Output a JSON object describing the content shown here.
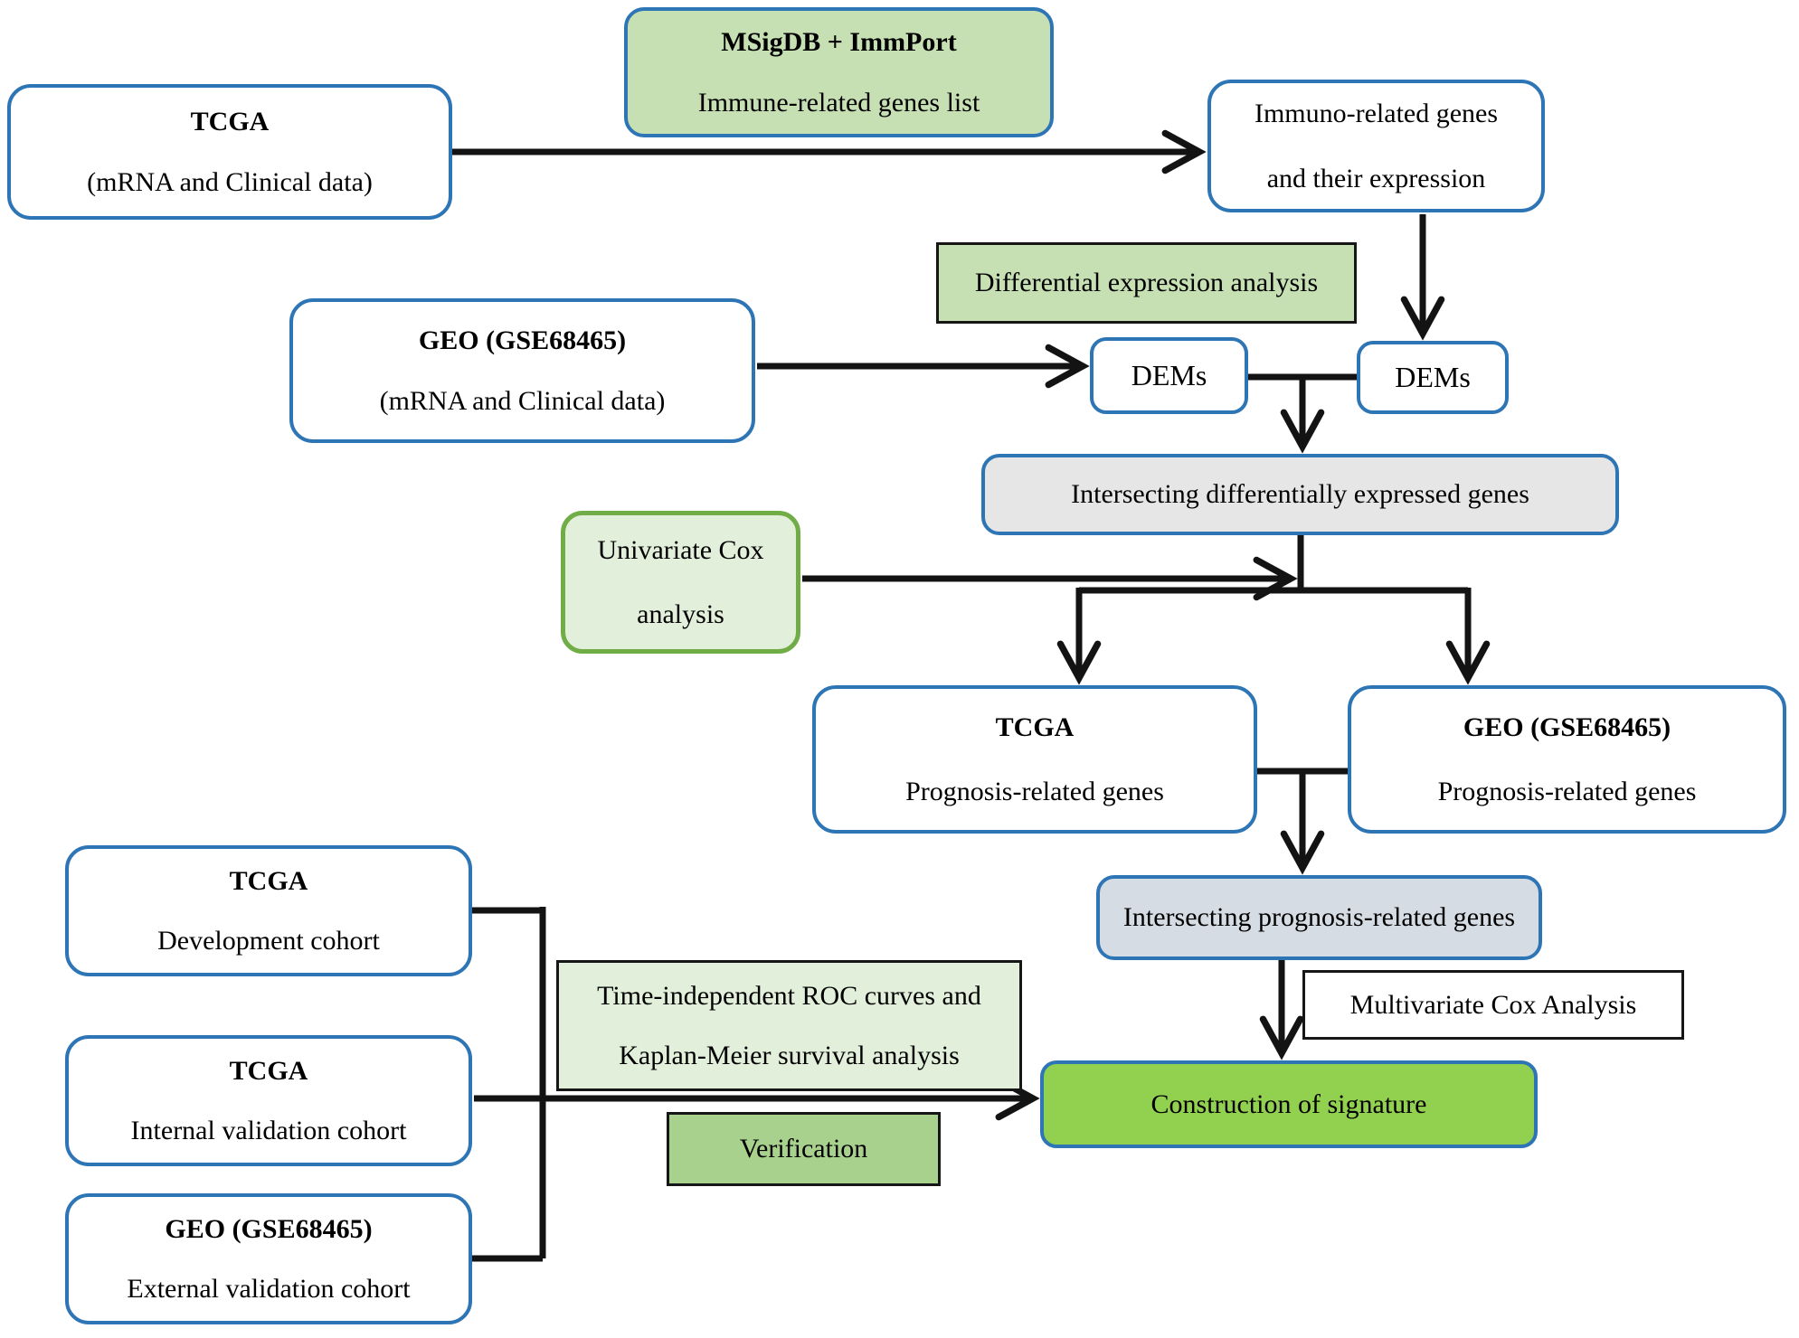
{
  "diagram": {
    "title": "Immune-related gene prognostic signature workflow",
    "colors": {
      "blue_border": "#2e75b6",
      "green_border": "#70ad47",
      "green_fill": "#c6e0b4",
      "light_green_fill": "#e2efda",
      "medium_green_fill": "#a9d18e",
      "bright_green_fill": "#92d050",
      "gray_fill": "#e7e6e6",
      "blue_gray_fill": "#d6dce4",
      "line_color": "#131313",
      "background": "#ffffff"
    },
    "nodes": {
      "tcga_data": {
        "line1": "TCGA",
        "line2": "(mRNA and Clinical data)"
      },
      "msigdb": {
        "line1": "MSigDB + ImmPort",
        "line2": "Immune-related genes list"
      },
      "immuno_genes": {
        "line1": "Immuno-related genes",
        "line2": "and their expression"
      },
      "geo_data": {
        "line1": "GEO (GSE68465)",
        "line2": "(mRNA and Clinical data)"
      },
      "diff_expr": {
        "line1": "Differential expression analysis"
      },
      "dems_left": {
        "line1": "DEMs"
      },
      "dems_right": {
        "line1": "DEMs"
      },
      "intersect_deg": {
        "line1": "Intersecting differentially expressed genes"
      },
      "univariate_cox": {
        "line1": "Univariate Cox",
        "line2": "analysis"
      },
      "tcga_prog": {
        "line1": "TCGA",
        "line2": "Prognosis-related genes"
      },
      "geo_prog": {
        "line1": "GEO (GSE68465)",
        "line2": "Prognosis-related genes"
      },
      "intersect_prog": {
        "line1": "Intersecting prognosis-related genes"
      },
      "multivariate_cox": {
        "line1": "Multivariate Cox Analysis"
      },
      "construction": {
        "line1": "Construction of signature"
      },
      "roc": {
        "line1": "Time-independent ROC curves and",
        "line2": "Kaplan-Meier survival analysis"
      },
      "verification": {
        "line1": "Verification"
      },
      "tcga_dev": {
        "line1": "TCGA",
        "line2": "Development cohort"
      },
      "tcga_int": {
        "line1": "TCGA",
        "line2": "Internal validation cohort"
      },
      "geo_ext": {
        "line1": "GEO (GSE68465)",
        "line2": "External validation cohort"
      }
    }
  }
}
